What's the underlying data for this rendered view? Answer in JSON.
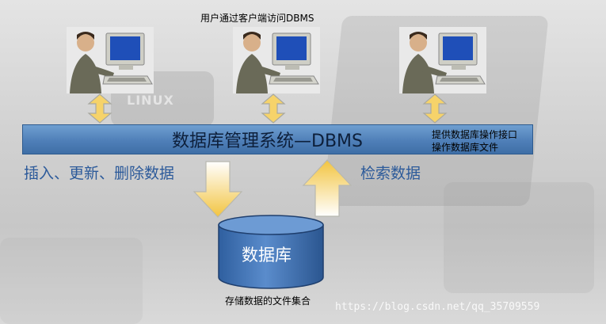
{
  "caption_top": "用户通过客户端访问DBMS",
  "background_text": "LINUX",
  "dbms_bar": {
    "title": "数据库管理系统—DBMS",
    "note_line1": "提供数据库操作接口",
    "note_line2": "操作数据库文件"
  },
  "labels": {
    "insert_update_delete": "插入、更新、删除数据",
    "query": "检索数据"
  },
  "database": {
    "label": "数据库",
    "caption": "存储数据的文件集合"
  },
  "watermark": "https://blog.csdn.net/qq_35709559",
  "colors": {
    "bar_blue": "#4f7fb8",
    "arrow_yellow": "#f6d36a",
    "label_blue": "#2c5a9a",
    "cylinder_blue": "#3d6fb0"
  },
  "icons": {
    "client": "user-at-computer-icon",
    "double_arrow": "double-arrow-vertical-icon",
    "down_arrow": "down-arrow-icon",
    "up_arrow": "up-arrow-icon",
    "database": "database-cylinder-icon"
  }
}
